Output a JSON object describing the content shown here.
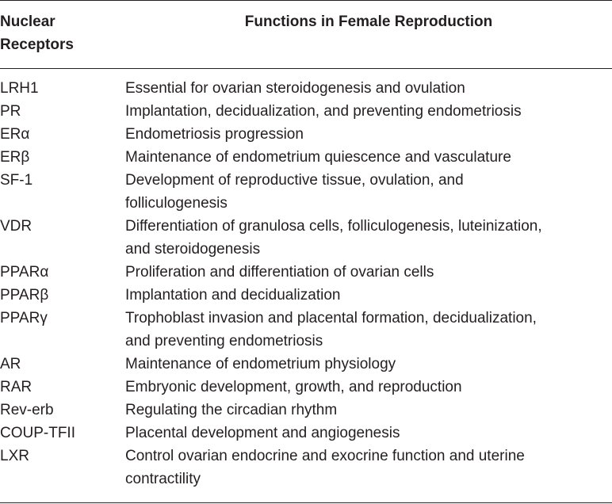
{
  "header": {
    "col1": "Nuclear\nReceptors",
    "col2": "Functions in Female Reproduction"
  },
  "rows": [
    {
      "receptor": "LRH1",
      "function": "Essential for ovarian steroidogenesis and ovulation"
    },
    {
      "receptor": "PR",
      "function": "Implantation, decidualization, and preventing endometriosis"
    },
    {
      "receptor": "ERα",
      "function": "Endometriosis progression"
    },
    {
      "receptor": "ERβ",
      "function": "Maintenance of endometrium quiescence and vasculature"
    },
    {
      "receptor": "SF-1",
      "function": "Development of reproductive tissue, ovulation, and\nfolliculogenesis"
    },
    {
      "receptor": "VDR",
      "function": "Differentiation of granulosa cells, folliculogenesis, luteinization,\nand steroidogenesis"
    },
    {
      "receptor": "PPARα",
      "function": "Proliferation and differentiation of ovarian cells"
    },
    {
      "receptor": "PPARβ",
      "function": "Implantation and decidualization"
    },
    {
      "receptor": "PPARγ",
      "function": "Trophoblast invasion and placental formation, decidualization,\nand preventing endometriosis"
    },
    {
      "receptor": "AR",
      "function": "Maintenance of endometrium physiology"
    },
    {
      "receptor": "RAR",
      "function": "Embryonic development, growth, and reproduction"
    },
    {
      "receptor": "Rev-erb",
      "function": "Regulating the circadian rhythm"
    },
    {
      "receptor": "COUP-TFII",
      "function": "Placental development and angiogenesis"
    },
    {
      "receptor": "LXR",
      "function": "Control ovarian endocrine and exocrine function and uterine\ncontractility"
    }
  ]
}
